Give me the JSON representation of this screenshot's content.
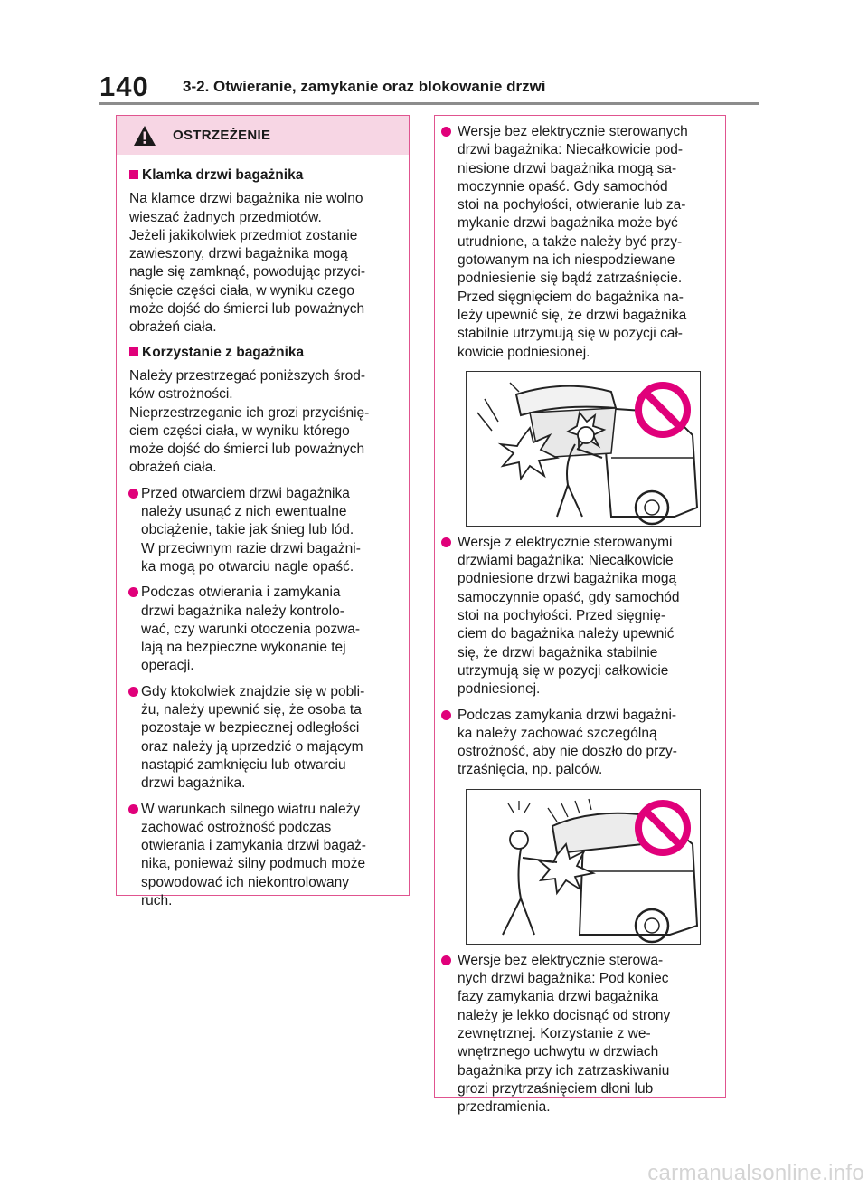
{
  "header": {
    "page_number": "140",
    "section_title": "3-2. Otwieranie, zamykanie oraz blokowanie drzwi"
  },
  "warning": {
    "label": "OSTRZEŻENIE",
    "icon": "warning-triangle-icon",
    "accent_color": "#e0007a",
    "border_color": "#e0548f",
    "header_bg": "#f7d6e4"
  },
  "left": {
    "sub1": "Klamka drzwi bagażnika",
    "p1": "Na klamce drzwi bagażnika nie wolno\nwieszać żadnych przedmiotów.\nJeżeli jakikolwiek przedmiot zostanie\nzawieszony, drzwi bagażnika mogą\nnagle się zamknąć, powodując przyci-\nśnięcie części ciała, w wyniku czego\nmoże dojść do śmierci lub poważnych\nobrażeń ciała.",
    "sub2": "Korzystanie z bagażnika",
    "p2": "Należy przestrzegać poniższych środ-\nków ostrożności.\nNieprzestrzeganie ich grozi przyciśnię-\nciem części ciała, w wyniku którego\nmoże dojść do śmierci lub poważnych\nobrażeń ciała.",
    "b1": "Przed otwarciem drzwi bagażnika\nnależy usunąć z nich ewentualne\nobciążenie, takie jak śnieg lub lód.\nW przeciwnym razie drzwi bagażni-\nka mogą po otwarciu nagle opaść.",
    "b2": "Podczas otwierania i zamykania\ndrzwi bagażnika należy kontrolo-\nwać, czy warunki otoczenia pozwa-\nlają na bezpieczne wykonanie tej\noperacji.",
    "b3": "Gdy ktokolwiek znajdzie się w pobli-\nżu, należy upewnić się, że osoba ta\npozostaje w bezpiecznej odległości\noraz należy ją uprzedzić o mającym\nnastąpić zamknięciu lub otwarciu\ndrzwi bagażnika.",
    "b4": "W warunkach silnego wiatru należy\nzachować ostrożność podczas\notwierania i zamykania drzwi bagaż-\nnika, ponieważ silny podmuch może\nspowodować ich niekontrolowany\nruch."
  },
  "right": {
    "b1": "Wersje bez elektrycznie sterowanych\ndrzwi bagażnika: Niecałkowicie pod-\nniesione drzwi bagażnika mogą sa-\nmoczynnie opaść. Gdy samochód\nstoi na pochyłości, otwieranie lub za-\nmykanie drzwi bagażnika może być\nutrudnione, a także należy być przy-\ngotowanym na ich niespodziewane\npodniesienie się bądź zatrzaśnięcie.\nPrzed sięgnięciem do bagażnika na-\nleży upewnić się, że drzwi bagażnika\nstabilnie utrzymują się w pozycji cał-\nkowicie podniesionej.",
    "b2": "Wersje z elektrycznie sterowanymi\ndrzwiami bagażnika: Niecałkowicie\npodniesione drzwi bagażnika mogą\nsamoczynnie opaść, gdy samochód\nstoi na pochyłości. Przed sięgnię-\nciem do bagażnika należy upewnić\nsię, że drzwi bagażnika stabilnie\nutrzymują się w pozycji całkowicie\npodniesionej.",
    "b3": "Podczas zamykania drzwi bagażni-\nka należy zachować szczególną\nostrożność, aby nie doszło do przy-\ntrzaśnięcia, np. palców.",
    "b4": "Wersje bez elektrycznie sterowa-\nnych drzwi bagażnika: Pod koniec\nfazy zamykania drzwi bagażnika\nnależy je lekko docisnąć od strony\nzewnętrznej. Korzystanie z we-\nwnętrznego uchwytu w drzwiach\nbagażnika przy ich zatrzaskiwaniu\ngrozi przytrzaśnięciem dłoni lub\nprzedramienia."
  },
  "illustrations": {
    "prohibited_icon": "prohibited-sign-icon",
    "prohibited_color": "#e0007a"
  },
  "watermark": "carmanualsonline.info"
}
